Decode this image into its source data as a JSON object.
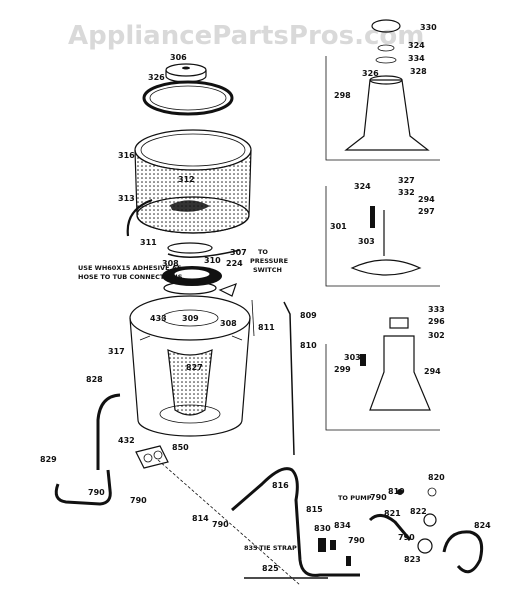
{
  "watermark": "AppliancePartsPros.com",
  "notes": {
    "adhesive_1": "USE WH60X15 ADHESIVE AT",
    "adhesive_2": "HOSE TO TUB CONNECTIONS",
    "pressure_1": "TO",
    "pressure_2": "PRESSURE",
    "pressure_3": "SWITCH",
    "to_pump": "TO PUMP",
    "tie_strap": "835-TIE STRAP"
  },
  "labels": {
    "l306": "306",
    "l326a": "326",
    "l316": "316",
    "l312": "312",
    "l313": "313",
    "l311": "311",
    "l310": "310",
    "l308": "308",
    "l307": "307",
    "l224": "224",
    "l309": "309",
    "l433": "433",
    "l308b": "308",
    "l317": "317",
    "l827": "827",
    "l828": "828",
    "l432": "432",
    "l850": "850",
    "l829": "829",
    "l790a": "790",
    "l790b": "790",
    "l809": "809",
    "l810": "810",
    "l811": "811",
    "l814": "814",
    "l790c": "790",
    "l816": "816",
    "l815": "815",
    "l830": "830",
    "l834": "834",
    "l790d": "790",
    "l825": "825",
    "l790e": "790",
    "l821": "821",
    "l822": "822",
    "l790f": "790",
    "l819": "819",
    "l820": "820",
    "l824": "824",
    "l823": "823",
    "l330": "330",
    "l324a": "324",
    "l326b": "326",
    "l334": "334",
    "l328": "328",
    "l298": "298",
    "l327": "327",
    "l324b": "324",
    "l332": "332",
    "l294a": "294",
    "l297": "297",
    "l301": "301",
    "l303a": "303",
    "l333": "333",
    "l296": "296",
    "l302": "302",
    "l303b": "303",
    "l299": "299",
    "l294b": "294"
  }
}
